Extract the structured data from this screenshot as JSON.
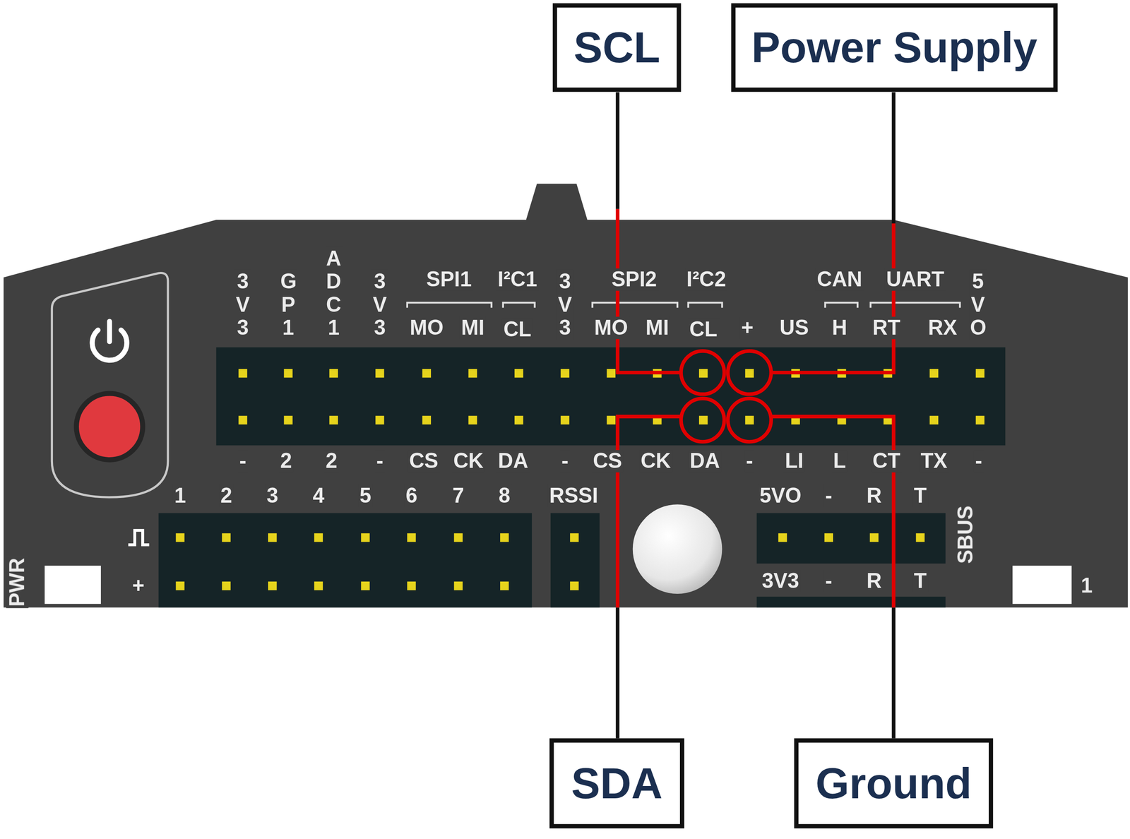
{
  "diagram": {
    "nodes": [
      {
        "text": [
          "SCL"
        ]
      },
      {
        "text": [
          "Power Supply"
        ]
      },
      {
        "text": [
          "SDA"
        ]
      },
      {
        "text": [
          "Ground"
        ]
      }
    ],
    "labels": [
      "3V3",
      "GP1",
      "ADC1",
      "3V3",
      "SPI1",
      "I²C1",
      "MO",
      "MI",
      "CL",
      "3V3",
      "SPI2",
      "I²C2",
      "MO",
      "MI",
      "CL",
      "+",
      "CAN",
      "UART",
      "US",
      "H",
      "RT",
      "RX",
      "5VO",
      "-",
      "2",
      "2",
      "-",
      "CS",
      "CK",
      "DA",
      "-",
      "CS",
      "CK",
      "DA",
      "-",
      "LI",
      "L",
      "CT",
      "TX",
      "-",
      "1",
      "2",
      "3",
      "4",
      "5",
      "6",
      "7",
      "8",
      "RSSI",
      "5VO",
      "-",
      "R",
      "T",
      "SBUS",
      "3V3",
      "-",
      "R",
      "T",
      "+",
      "PWR",
      "1"
    ]
  }
}
